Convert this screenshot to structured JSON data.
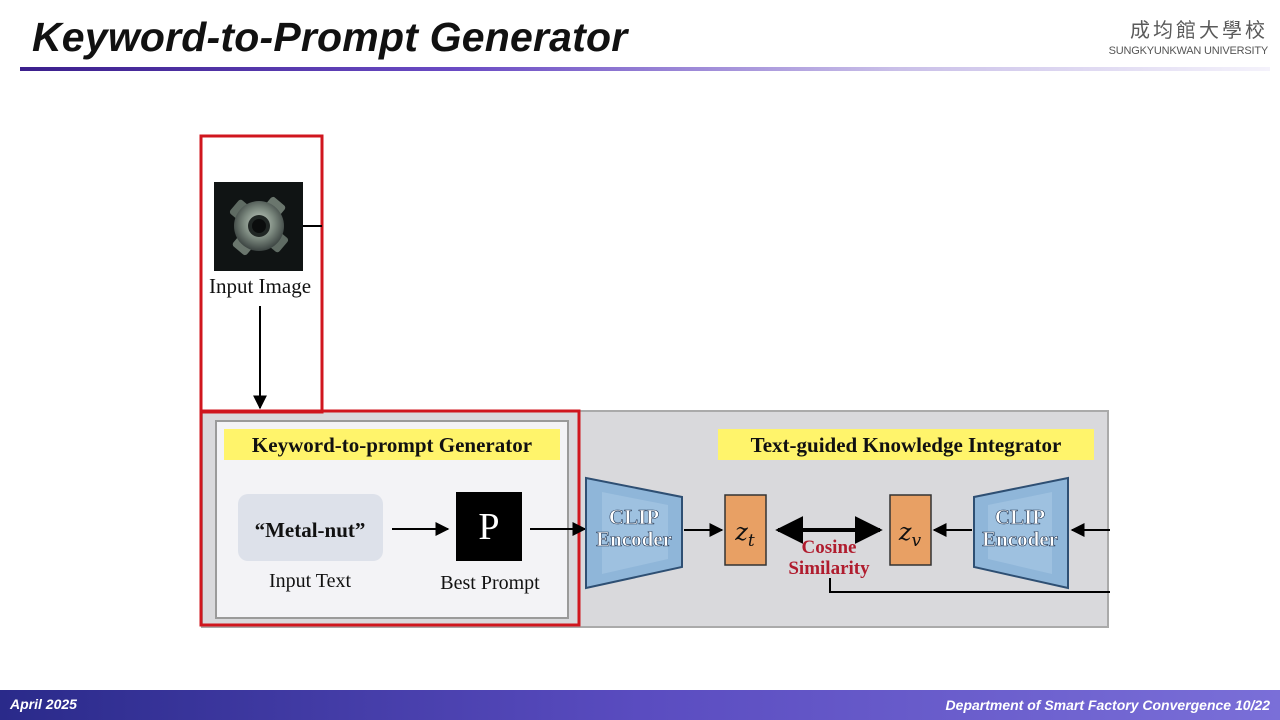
{
  "slide": {
    "title": "Keyword-to-Prompt Generator",
    "logo_cjk": "成均館大學校",
    "logo_en": "SUNGKYUNKWAN UNIVERSITY"
  },
  "diagram": {
    "input_image_label": "Input Image",
    "left_panel_title": "Keyword-to-prompt Generator",
    "right_panel_title": "Text-guided Knowledge Integrator",
    "input_text_value": "“Metal-nut”",
    "input_text_label": "Input Text",
    "prompt_symbol": "P",
    "best_prompt_label": "Best Prompt",
    "encoder_left_line1": "CLIP",
    "encoder_left_line2": "Encoder",
    "encoder_right_line1": "CLIP",
    "encoder_right_line2": "Encoder",
    "zt_label": "z",
    "zt_sub": "t",
    "zv_label": "z",
    "zv_sub": "v",
    "cosine_line1": "Cosine",
    "cosine_line2": "Similarity",
    "colors": {
      "highlight_red": "#d0161e",
      "panel_gray": "#d9d9dc",
      "title_yellow": "#fff46b",
      "encoder_blue": "#8fb6d9",
      "z_orange": "#e8a064",
      "cosine_red": "#b01c2e"
    }
  },
  "footer": {
    "date": "April 2025",
    "department_page": "Department of Smart Factory Convergence  10/22"
  }
}
